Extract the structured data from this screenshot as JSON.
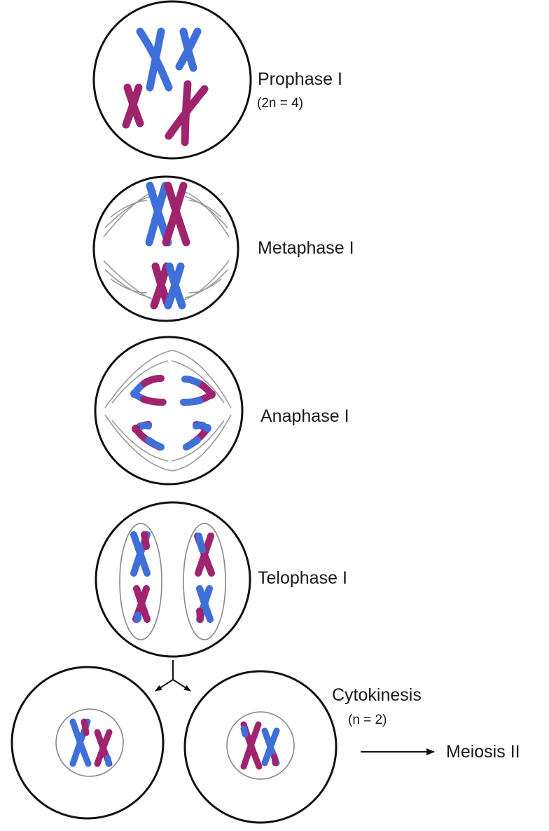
{
  "colors": {
    "paternal": "#3F6FD8",
    "maternal": "#A0236E",
    "outline": "#111111",
    "spindle": "#9a9a9a",
    "nucleus": "#888888"
  },
  "stages": {
    "prophase": {
      "title": "Prophase",
      "roman": "I",
      "ploidy": "(2n = 4)"
    },
    "metaphase": {
      "title": "Metaphase",
      "roman": "I"
    },
    "anaphase": {
      "title": "Anaphase",
      "roman": "I"
    },
    "telophase": {
      "title": "Telophase",
      "roman": "I"
    },
    "cytokinesis": {
      "title": "Cytokinesis",
      "ploidy": "(n = 2)"
    }
  },
  "next_step": {
    "title": "Meiosis",
    "roman": "II"
  }
}
